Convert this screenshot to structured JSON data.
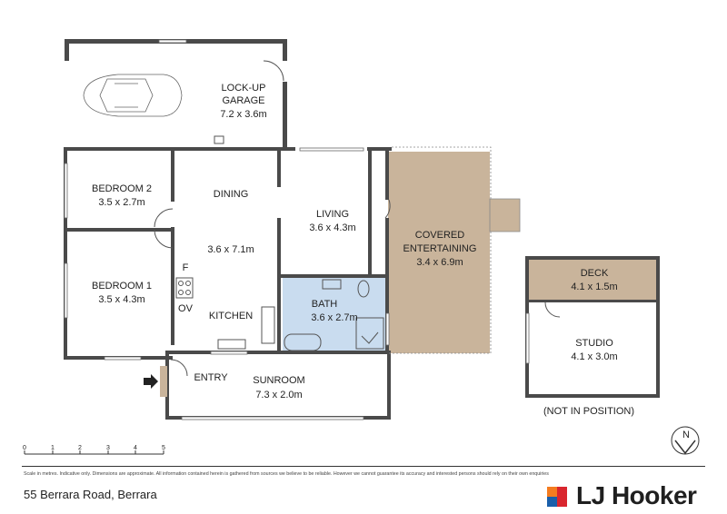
{
  "rooms": {
    "garage": {
      "name": "LOCK-UP\nGARAGE",
      "name_l1": "LOCK-UP",
      "name_l2": "GARAGE",
      "size": "7.2 x 3.6m"
    },
    "bedroom2": {
      "name": "BEDROOM 2",
      "size": "3.5 x 2.7m"
    },
    "dining": {
      "name": "DINING"
    },
    "kitchen_dim": {
      "size": "3.6 x 7.1m"
    },
    "living": {
      "name": "LIVING",
      "size": "3.6 x 4.3m"
    },
    "covered": {
      "name_l1": "COVERED",
      "name_l2": "ENTERTAINING",
      "size": "3.4 x 6.9m"
    },
    "bedroom1": {
      "name": "BEDROOM 1",
      "size": "3.5 x 4.3m"
    },
    "kitchen": {
      "name": "KITCHEN"
    },
    "bath": {
      "name": "BATH",
      "size": "3.6 x 2.7m"
    },
    "entry": {
      "name": "ENTRY"
    },
    "sunroom": {
      "name": "SUNROOM",
      "size": "7.3 x 2.0m"
    },
    "deck": {
      "name": "DECK",
      "size": "4.1 x 1.5m"
    },
    "studio": {
      "name": "STUDIO",
      "size": "4.1 x 3.0m"
    }
  },
  "appliances": {
    "fridge": "F",
    "oven": "OV"
  },
  "studio_note": "(NOT IN POSITION)",
  "compass": {
    "label": "N"
  },
  "scale": {
    "ticks": [
      "0",
      "1",
      "2",
      "3",
      "4",
      "5"
    ]
  },
  "footer": {
    "disclaimer": "Scale in metres. Indicative only. Dimensions are approximate. All information contained herein is gathered from sources we believe to be reliable. However we cannot guarantee its accuracy and interested persons should rely on their own enquiries",
    "address": "55 Berrara Road, Berrara",
    "brand": "LJ Hooker"
  },
  "colors": {
    "wall": "#4a4a4a",
    "covered_fill": "#c9b49b",
    "deck_fill": "#c9b49b",
    "bath_fill": "#c9dcef",
    "brand_orange": "#f47c20",
    "brand_red": "#d9262e",
    "brand_blue": "#1a5faa"
  }
}
